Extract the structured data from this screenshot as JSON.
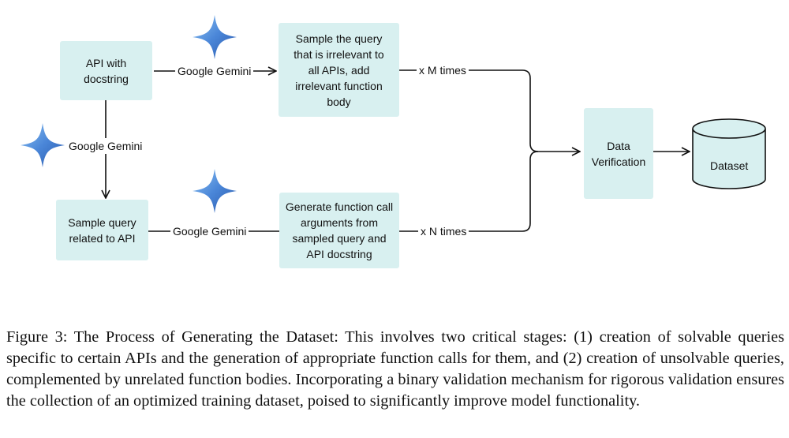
{
  "nodes": {
    "api_docstring": "API with docstring",
    "sample_irrelevant": "Sample the query that is irrelevant to all APIs, add irrelevant function body",
    "sample_related": "Sample query related to API",
    "generate_args": "Generate function call arguments from sampled query and API docstring",
    "data_verification": "Data Verification",
    "dataset": "Dataset"
  },
  "edge_labels": {
    "gemini_top": "Google Gemini",
    "gemini_left": "Google Gemini",
    "gemini_bottom": "Google Gemini",
    "x_m_times": "x M times",
    "x_n_times": "x N times"
  },
  "icons": {
    "model_icon": "gemini-sparkle-icon"
  },
  "colors": {
    "box_fill": "#d8f0f0",
    "dataset_fill": "#d8f0f0",
    "sparkle_light": "#7fb6ee",
    "sparkle_dark": "#2e5fb0"
  },
  "caption": "Figure 3: The Process of Generating the Dataset: This involves two critical stages: (1) creation of solvable queries specific to certain APIs and the generation of appropriate function calls for them, and (2) creation of unsolvable queries, complemented by unrelated function bodies. Incorporating a binary validation mechanism for rigorous validation ensures the collection of an optimized training dataset, poised to significantly improve model functionality."
}
